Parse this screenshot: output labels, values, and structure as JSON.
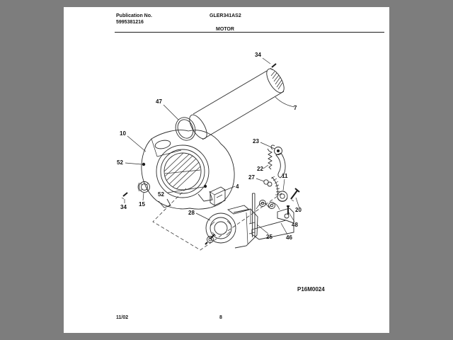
{
  "window": {
    "background_color": "#7d7d7d",
    "paper_color": "#ffffff",
    "line_color": "#2b2b2b"
  },
  "header": {
    "publication_label": "Publication No.",
    "publication_number": "5995381216",
    "model_number": "GLER341AS2",
    "section_title": "MOTOR"
  },
  "footer": {
    "revision_date": "11/02",
    "page_number": "8"
  },
  "diagram": {
    "code": "P16M0024",
    "type": "exploded-parts-diagram",
    "callouts": [
      "34",
      "7",
      "47",
      "10",
      "52",
      "23",
      "22",
      "27",
      "11",
      "20",
      "34",
      "15",
      "52",
      "4",
      "28",
      "25",
      "46",
      "48"
    ]
  }
}
